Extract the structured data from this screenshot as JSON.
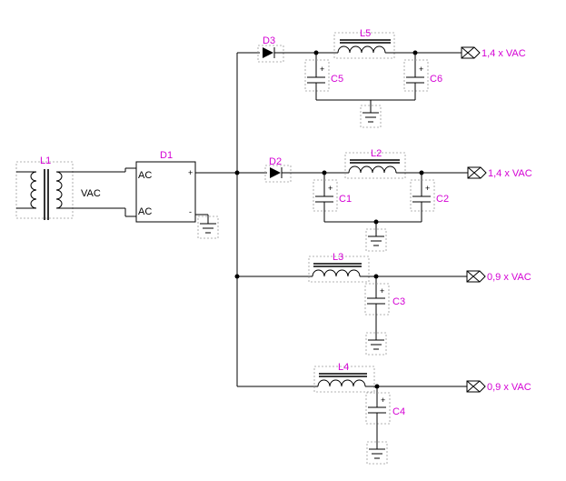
{
  "transformer": {
    "ref": "L1",
    "label": "VAC"
  },
  "rectifier": {
    "ref": "D1",
    "pin_ac_1": "AC",
    "pin_ac_2": "AC",
    "pin_plus": "+",
    "pin_minus": "-"
  },
  "outputs": [
    {
      "diode": "D3",
      "inductor": "L5",
      "cap_in": "C5",
      "cap_out": "C6",
      "label": "1,4 x VAC"
    },
    {
      "diode": "D2",
      "inductor": "L2",
      "cap_in": "C1",
      "cap_out": "C2",
      "label": "1,4 x VAC"
    },
    {
      "inductor": "L3",
      "cap_out": "C3",
      "label": "0,9 x VAC"
    },
    {
      "inductor": "L4",
      "cap_out": "C4",
      "label": "0,9 x VAC"
    }
  ],
  "polarity_mark": "+",
  "colors": {
    "wire": "#000000",
    "label": "#d400d4",
    "outline": "#9a9a9a"
  }
}
